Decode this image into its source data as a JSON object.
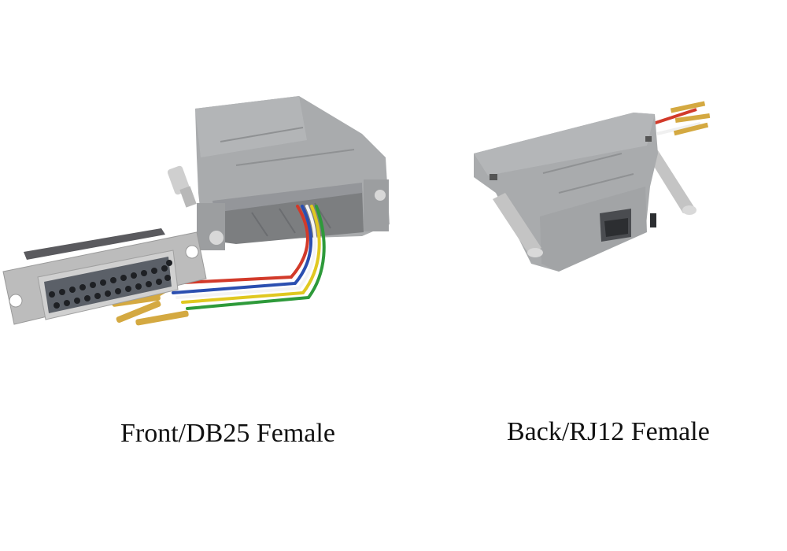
{
  "products": [
    {
      "id": "front",
      "caption": "Front/DB25 Female",
      "description": "DB25 female to RJ12 modular adapter, front view with DB25 female connector and colored wires with gold pins",
      "wire_colors": [
        "#d23a2a",
        "#2b4fb0",
        "#f4f4f4",
        "#e0c820",
        "#2e9a3a",
        "#1a1a1a"
      ]
    },
    {
      "id": "back",
      "caption": "Back/RJ12 Female",
      "description": "Back view of adapter housing showing RJ12 female jack and thumb screws"
    }
  ],
  "colors": {
    "housing": "#a9abad",
    "housing_dark": "#8a8c8f",
    "metal": "#c9c9c9",
    "pin_gold": "#d4a941",
    "background": "#ffffff",
    "caption_text": "#111111"
  }
}
